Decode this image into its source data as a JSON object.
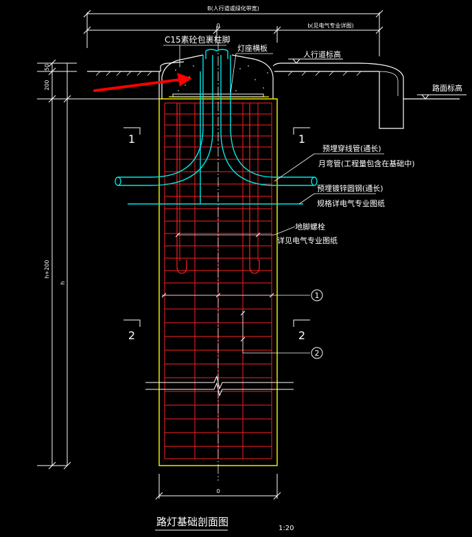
{
  "drawing": {
    "title": "路灯基础剖面图",
    "scale": "1:20"
  },
  "dimensions": {
    "overall_width": "B(人行道或绿化带宽)",
    "width_zero": "0",
    "width_b": "b(见电气专业详图)",
    "top_50": "50",
    "top_200": "200",
    "depth_total": "h+200",
    "depth_h": "h",
    "bottom_width": "0"
  },
  "annotations": {
    "c15": "C15素砼包裹柱脚",
    "lamp_base_plate": "灯座横板",
    "sidewalk_elevation": "人行道标高",
    "road_elevation": "路面标高",
    "conduit_line1": "预埋穿线管(通长)",
    "conduit_line2": "月弯管(工程量包含在基础中)",
    "steel_line1": "预埋镀锌圆钢(通长)",
    "steel_line2": "规格详电气专业图纸",
    "anchor_line1": "地脚螺栓",
    "anchor_line2": "详见电气专业图纸"
  },
  "section_marks": {
    "section1": "1",
    "section2": "2"
  },
  "callouts": {
    "rebar1": "1",
    "rebar2": "2"
  },
  "colors": {
    "background": "#000000",
    "outline": "#ffffff",
    "foundation": "#ffff00",
    "rebar": "#ff2020",
    "conduit": "#00e8e8",
    "arrow": "#ff0000"
  }
}
